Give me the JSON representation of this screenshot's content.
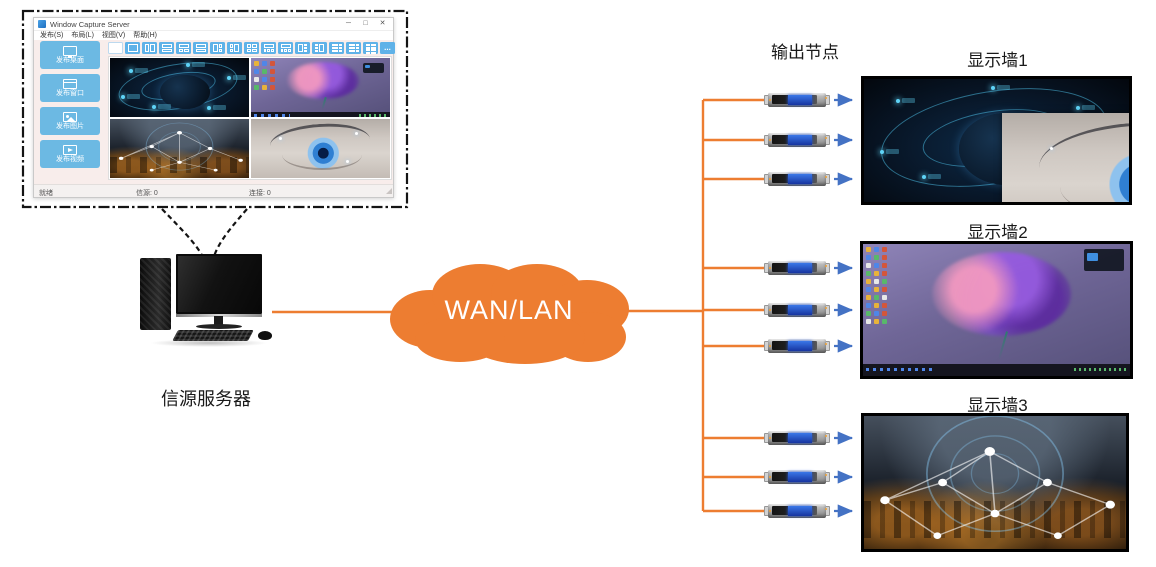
{
  "win": {
    "title": "Window Capture Server",
    "menu": [
      "发布(S)",
      "布局(L)",
      "视图(V)",
      "帮助(H)"
    ],
    "controls": {
      "minimize": "─",
      "maximize": "□",
      "close": "✕"
    },
    "sidebar": [
      {
        "label": "发布桌面"
      },
      {
        "label": "发布窗口"
      },
      {
        "label": "发布图片"
      },
      {
        "label": "发布视频"
      }
    ],
    "toolbar_more": "...",
    "status": {
      "ready": "就绪",
      "sources": "信源: 0",
      "connections": "连接: 0"
    }
  },
  "labels": {
    "server": "信源服务器",
    "cloud": "WAN/LAN",
    "output_nodes": "输出节点",
    "wall1": "显示墙1",
    "wall2": "显示墙2",
    "wall3": "显示墙3"
  },
  "colors": {
    "line_orange": "#ED7D31",
    "arrow_blue": "#4472C4",
    "sidebar_button_blue": "#6CB9E3",
    "toolbar_button_blue": "#5FB2E8"
  }
}
